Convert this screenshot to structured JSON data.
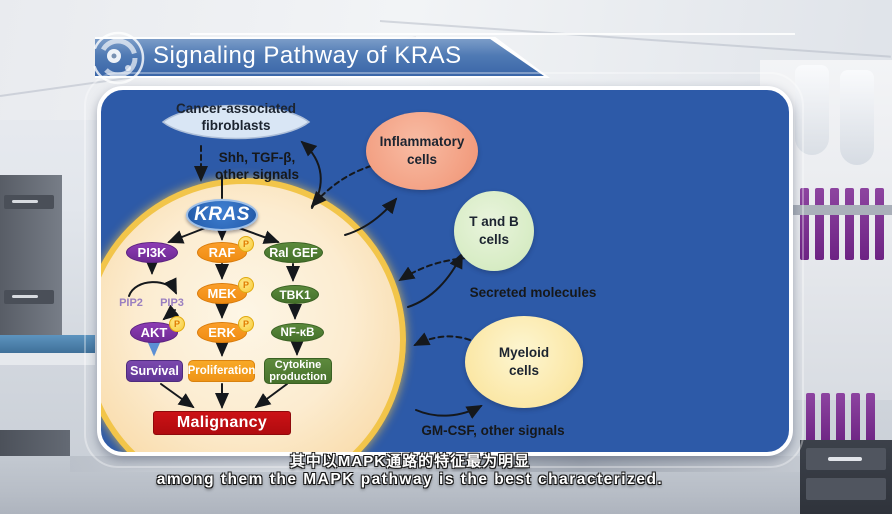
{
  "header": {
    "title": "Signaling Pathway of KRAS"
  },
  "panel": {
    "cells": {
      "fibroblasts": "Cancer-associated fibroblasts",
      "inflammatory": "Inflammatory cells",
      "t_and_b": "T and B cells",
      "myeloid": "Myeloid cells"
    },
    "signals": {
      "shh_line1": "Shh, TGF-β,",
      "shh_line2": "other signals",
      "secreted": "Secreted molecules",
      "gmcsf": "GM-CSF, other signals"
    },
    "pathway": {
      "kras": "KRAS",
      "pi3k": "PI3K",
      "raf": "RAF",
      "ralgef": "Ral GEF",
      "pip2": "PIP2",
      "pip3": "PIP3",
      "mek": "MEK",
      "tbk1": "TBK1",
      "akt": "AKT",
      "erk": "ERK",
      "nfkb": "NF-κB",
      "survival": "Survival",
      "proliferation": "Proliferation",
      "cytokine": "Cytokine production",
      "malignancy": "Malignancy",
      "phospho": "P"
    }
  },
  "subtitles": {
    "zh": "其中以MAPK通路的特征最为明显",
    "en": "among them the MAPK pathway is the best characterized."
  },
  "colors": {
    "panel_blue": "#2d5aa8",
    "cell_membrane_yellow": "#f2c54a",
    "kras_blue": "#2a64b4",
    "pathway_purple": "#6e2a93",
    "pathway_orange": "#ef8c12",
    "pathway_green": "#44702a",
    "malignancy_red": "#b00b0f"
  }
}
